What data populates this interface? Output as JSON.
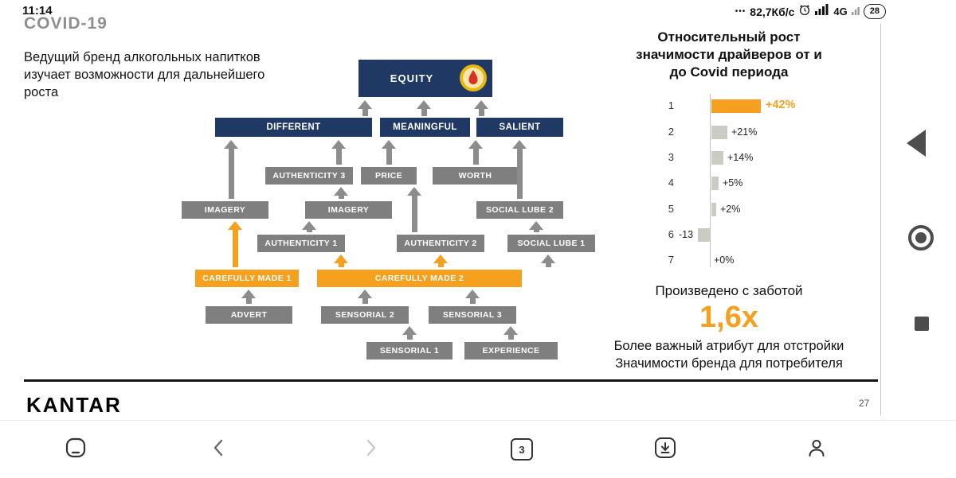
{
  "status_bar": {
    "time": "11:14",
    "activity_dots": "•••",
    "net_speed": "82,7Кб/с",
    "network": "4G",
    "battery": "28"
  },
  "slide": {
    "clipped_title": "COVID-19",
    "intro": "Ведущий бренд алкогольных напитков изучает возможности для дальнейшего роста",
    "brand_logo": "KANTAR",
    "page_number": "27"
  },
  "diagram": {
    "equity": "EQUITY",
    "level2": [
      "DIFFERENT",
      "MEANINGFUL",
      "SALIENT"
    ],
    "boxes": {
      "authenticity3": "AUTHENTICITY 3",
      "price": "PRICE",
      "worth": "WORTH",
      "imagery_left": "IMAGERY",
      "imagery_mid": "IMAGERY",
      "social_lube2": "SOCIAL LUBE 2",
      "authenticity1": "AUTHENTICITY 1",
      "authenticity2": "AUTHENTICITY 2",
      "social_lube1": "SOCIAL LUBE 1",
      "carefully_made1": "CAREFULLY MADE 1",
      "carefully_made2": "CAREFULLY MADE 2",
      "advert": "ADVERT",
      "sensorial2": "SENSORIAL 2",
      "sensorial3": "SENSORIAL 3",
      "sensorial1": "SENSORIAL 1",
      "experience": "EXPERIENCE"
    }
  },
  "right_panel": {
    "title": "Относительный рост значимости драйверов от и до Covid периода",
    "chart": {
      "type": "bar",
      "orientation": "horizontal",
      "highlight_color": "#F5A01E",
      "bar_color": "#C9CCC3",
      "rows": [
        {
          "rank": "1",
          "value": 42,
          "label": "+42%"
        },
        {
          "rank": "2",
          "value": 21,
          "label": "+21%"
        },
        {
          "rank": "3",
          "value": 14,
          "label": "+14%"
        },
        {
          "rank": "4",
          "value": 5,
          "label": "+5%"
        },
        {
          "rank": "5",
          "value": 2,
          "label": "+2%"
        },
        {
          "rank": "6",
          "value": -13,
          "label": "-13"
        },
        {
          "rank": "7",
          "value": 0,
          "label": "+0%"
        }
      ]
    },
    "caption": "Произведено с заботой",
    "multiplier": "1,6x",
    "footnote_line1": "Более важный атрибут для отстройки",
    "footnote_line2": "Значимости бренда для потребителя"
  },
  "nav": {
    "tabs_count": "3"
  },
  "colors": {
    "navy": "#1F3864",
    "gray_box": "#7f7f7f",
    "orange": "#F5A01E"
  }
}
